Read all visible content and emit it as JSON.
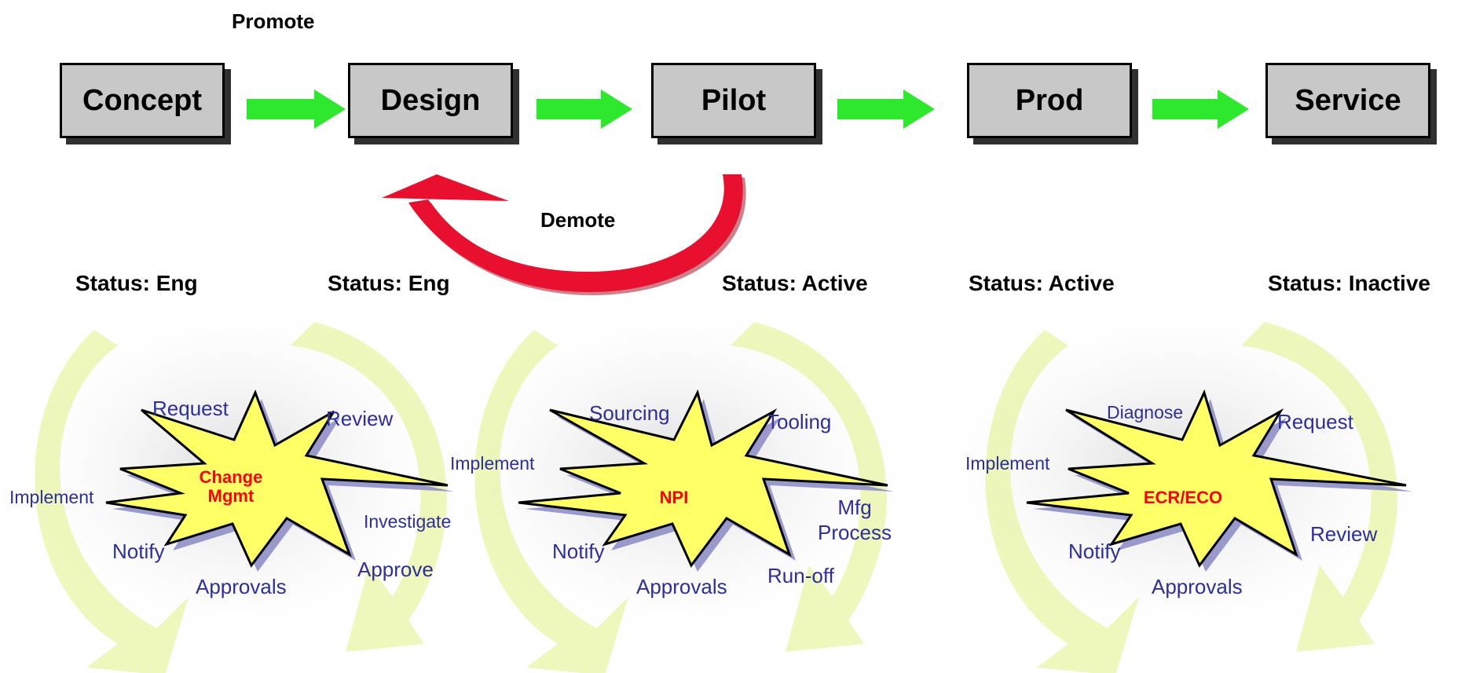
{
  "labels": {
    "promote": "Promote",
    "demote": "Demote"
  },
  "stages": [
    "Concept",
    "Design",
    "Pilot",
    "Prod",
    "Service"
  ],
  "statuses": [
    {
      "key": "Status:",
      "value": "Eng"
    },
    {
      "key": "Status:",
      "value": "Eng"
    },
    {
      "key": "Status:",
      "value": "Active"
    },
    {
      "key": "Status:",
      "value": "Active"
    },
    {
      "key": "Status:",
      "value": "Inactive"
    }
  ],
  "cycles": [
    {
      "center": "Change\nMgmt",
      "steps": [
        "Request",
        "Review",
        "Investigate",
        "Approve",
        "Approvals",
        "Notify",
        "Implement"
      ]
    },
    {
      "center": "NPI",
      "steps": [
        "Sourcing",
        "Tooling",
        "Mfg Process",
        "Run-off",
        "Approvals",
        "Notify",
        "Implement"
      ]
    },
    {
      "center": "ECR/ECO",
      "steps": [
        "Diagnose",
        "Request",
        "Review",
        "Approvals",
        "Notify",
        "Implement"
      ]
    }
  ],
  "colors": {
    "promote_arrow": "#2ee82e",
    "demote_arrow": "#e8102e",
    "stage_box": "#c8c8c8",
    "burst_fill": "#ffff66",
    "cycle_arrow": "#d9ef6a",
    "step_text": "#2e2e9a",
    "center_text": "#ff0000"
  }
}
